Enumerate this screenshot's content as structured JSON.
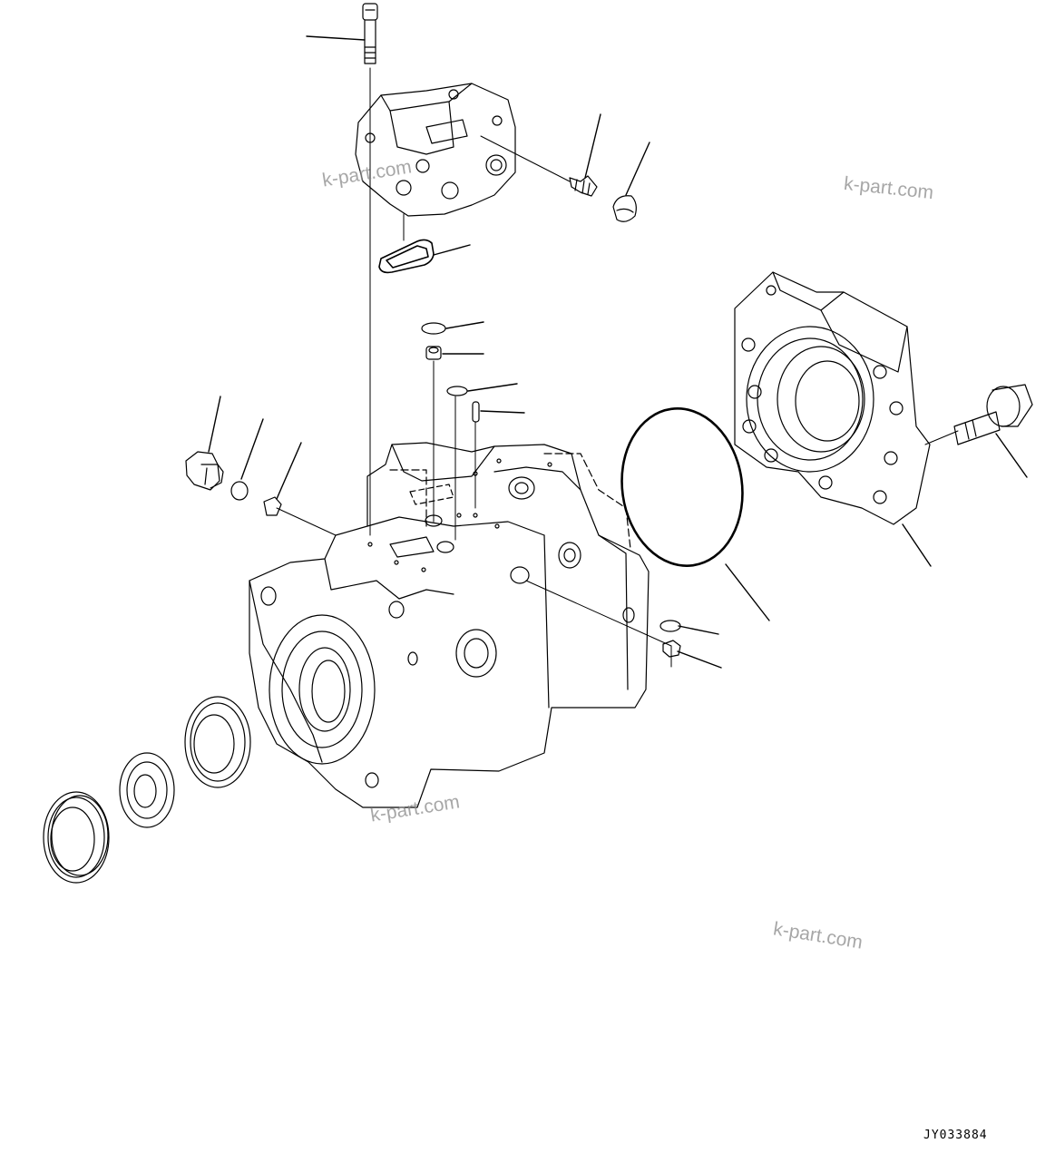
{
  "watermarks": [
    "k-part.com",
    "k-part.com",
    "k-part.com",
    "k-part.com"
  ],
  "drawing_code": "JY033884",
  "colors": {
    "line": "#000000",
    "background": "#ffffff",
    "watermark": "#8a8a8a"
  }
}
